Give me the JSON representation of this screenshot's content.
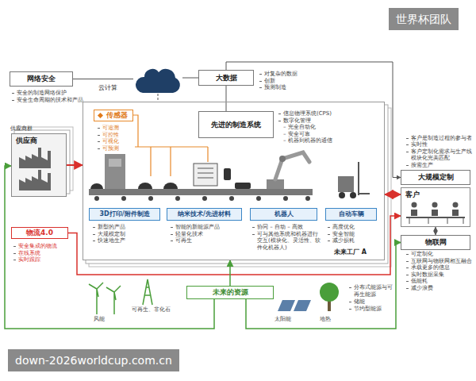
{
  "diagram": {
    "nodes": [
      {
        "text": [
          "网络安全",
          "安全的制造网络保护",
          "安全生命周期的技术和产品"
        ]
      },
      {
        "text": [
          "云计算"
        ]
      },
      {
        "text": [
          "大数据",
          "对复杂的数据",
          "创新",
          "预测制造"
        ]
      },
      {
        "text": [
          "供应商群",
          "供应商"
        ]
      },
      {
        "text": [
          "物流4.0",
          "安全集成的物流",
          "在线系统",
          "实时跟踪"
        ]
      },
      {
        "text": [
          "未来工厂 A"
        ]
      },
      {
        "text": [
          "传感器",
          "可追溯",
          "可控性",
          "可视化",
          "可预测"
        ],
        "in": 5
      },
      {
        "text": [
          "先进的制造系统",
          "信息物理系统(CPS)",
          "数字化管理",
          "– 完全自动化",
          "– 安全可靠",
          "– 机器到机器的通信"
        ],
        "in": 5
      },
      {
        "text": [
          "3D打印/附件制造",
          "新型的产品",
          "大规模定制",
          "快速地生产"
        ],
        "in": 5
      },
      {
        "text": [
          "纳米技术/先进材料",
          "智能的新能源产品",
          "轻量化技术",
          "可再生"
        ],
        "in": 5
      },
      {
        "text": [
          "机器人",
          "协同 – 自动 – 高效",
          "可与其他系统和机器进行交互(模块化、灵活性、软件化机器人)"
        ],
        "in": 5
      },
      {
        "text": [
          "自动车辆",
          "高度优化",
          "安全智能",
          "减少损耗"
        ],
        "in": 5
      },
      {
        "text": [
          "大规模定制",
          "客户是制造过程的参与者",
          "实时性",
          "客户定制化需求与生产线模块化完美匹配",
          "按需生产"
        ]
      },
      {
        "text": [
          "客户"
        ]
      },
      {
        "text": [
          "物联网",
          "可定制化",
          "互联网与物联网相互融合",
          "承载更多的信息",
          "实时数据采集",
          "低能耗",
          "减少浪费"
        ]
      },
      {
        "text": [
          "未来的资源"
        ]
      }
    ],
    "edges": [
      {
        "from": 0,
        "to": 1,
        "arrow": "none"
      },
      {
        "from": 1,
        "to": 2,
        "arrow": "none"
      },
      {
        "from": 1,
        "to": 5,
        "arrow": "none"
      },
      {
        "from": 2,
        "to": 7,
        "arrow": "none"
      },
      {
        "from": 2,
        "to": 12,
        "arrow": "to"
      },
      {
        "from": 3,
        "to": 5,
        "arrow": "to"
      },
      {
        "from": 4,
        "to": 13,
        "arrow": "to"
      },
      {
        "from": 5,
        "to": 13,
        "arrow": "both"
      },
      {
        "from": 13,
        "to": 14,
        "arrow": "both"
      },
      {
        "from": 15,
        "to": 5,
        "arrow": "to"
      },
      {
        "from": 15,
        "to": 3,
        "arrow": "to"
      },
      {
        "from": 15,
        "to": 14,
        "arrow": "to"
      }
    ],
    "labels": [
      "世界杯团队",
      "down-2026worldcup.com.cn",
      "风能",
      "可再生、非化石",
      "太阳能",
      "地热",
      "分布式能源与可再生能源",
      "储能",
      "节约型能源"
    ]
  }
}
